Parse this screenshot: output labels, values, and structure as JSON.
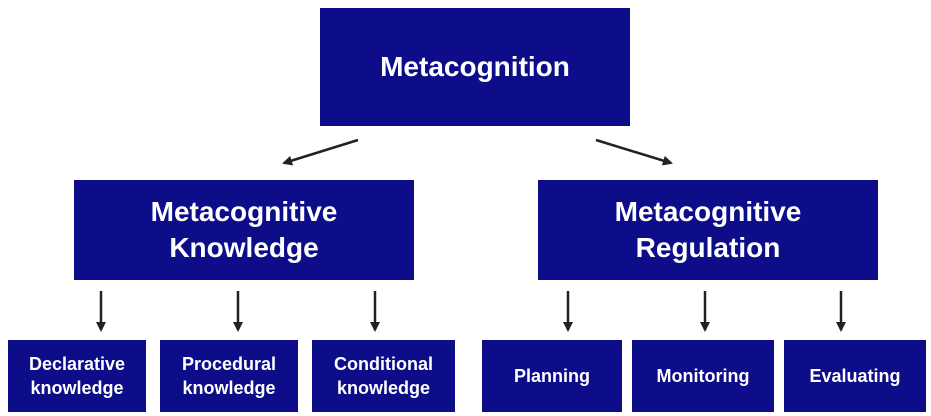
{
  "root": {
    "label": "Metacognition"
  },
  "branches": [
    {
      "line1": "Metacognitive",
      "line2": "Knowledge"
    },
    {
      "line1": "Metacognitive",
      "line2": "Regulation"
    }
  ],
  "leaves": [
    {
      "line1": "Declarative",
      "line2": "knowledge"
    },
    {
      "line1": "Procedural",
      "line2": "knowledge"
    },
    {
      "line1": "Conditional",
      "line2": "knowledge"
    },
    {
      "line1": "Planning",
      "line2": ""
    },
    {
      "line1": "Monitoring",
      "line2": ""
    },
    {
      "line1": "Evaluating",
      "line2": ""
    }
  ],
  "colors": {
    "box_fill": "#0d0d8a",
    "text": "#ffffff",
    "arrow": "#222222"
  }
}
